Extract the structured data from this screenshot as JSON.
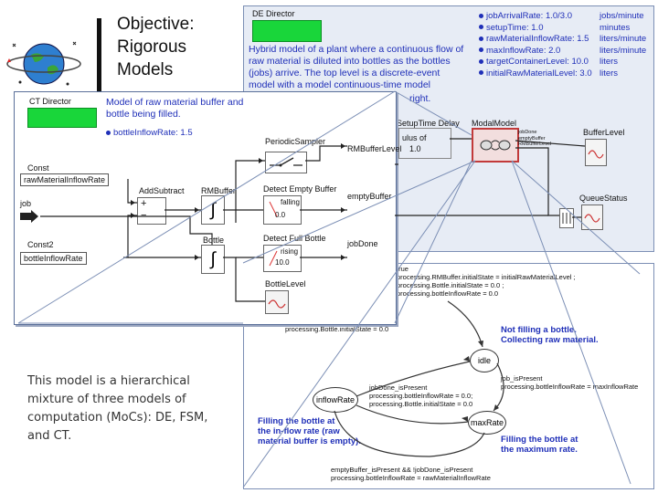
{
  "slide": {
    "title": "Objective:\nRigorous\nModels",
    "caption": "This model is a hierarchical mixture of three models of computation (MoCs): DE, FSM, and CT."
  },
  "de_panel": {
    "director": "DE Director",
    "description": "Hybrid model of a plant where a continuous flow of raw material is diluted into bottles as the bottles (jobs) arrive. The top level is a discrete-event model with a model continuous-time model",
    "desc_tail": "right.",
    "params": [
      {
        "text": "jobArrivalRate: 1.0/3.0",
        "unit": "jobs/minute"
      },
      {
        "text": "setupTime: 1.0",
        "unit": "minutes"
      },
      {
        "text": "rawMaterialInflowRate: 1.5",
        "unit": "liters/minute"
      },
      {
        "text": "maxInflowRate: 2.0",
        "unit": "liters/minute"
      },
      {
        "text": "targetContainerLevel: 10.0",
        "unit": "liters"
      },
      {
        "text": "initialRawMaterialLevel: 3.0",
        "unit": "liters"
      }
    ],
    "setup_delay": "SetupTime Delay",
    "modal_model": "ModalModel",
    "modal_ports": [
      "jobDone",
      "emptyBuffer",
      "RMBufferLevel"
    ],
    "buffer_level": "BufferLevel",
    "queue_status": "QueueStatus",
    "rm_buffer_level_label": "RMBufferLevel",
    "empty_buffer_label": "emptyBuffer",
    "job_done_label": "jobDone",
    "partial_a": "ulus of",
    "partial_b": "1.0"
  },
  "ct_panel": {
    "director": "CT Director",
    "description": "Model of raw material buffer and bottle being filled.",
    "param": "bottleInflowRate: 1.5",
    "const": "Const",
    "const_value": "rawMaterialInflowRate",
    "const2": "Const2",
    "const2_value": "bottleInflowRate",
    "job_port": "job",
    "add_subtract": "AddSubtract",
    "plus": "+",
    "minus": "−",
    "rm_buffer": "RMBuffer",
    "bottle": "Bottle",
    "periodic_sampler": "PeriodicSampler",
    "detect_empty": "Detect Empty Buffer",
    "detect_full": "Detect Full Bottle",
    "empty_falling": "falling",
    "empty_threshold": "0.0",
    "full_rising": "rising",
    "full_threshold": "10.0",
    "bottle_level": "BottleLevel",
    "integrator_glyph": "∫"
  },
  "fsm_panel": {
    "init_text": "true\nprocessing.RMBuffer.initialState = initialRawMaterialLevel ;\nprocessing.Bottle.initialState = 0.0 ;\nprocessing.bottleInflowRate = 0.0",
    "init_text2": "processing.Bottle.initialState = 0.0",
    "not_filling": "Not filling a bottle.\nCollecting raw material.",
    "idle": "idle",
    "inflow_rate": "inflowRate",
    "max_rate": "maxRate",
    "job_done_text": "jobDone_isPresent\nprocessing.bottleInflowRate = 0.0;\nprocessing.Bottle.initialState = 0.0",
    "job_present_text": "job_isPresent\nprocessing.bottleInflowRate = maxInflowRate",
    "filling_inflow": "Filling the bottle at\nthe in-flow rate (raw\nmaterial buffer is empty).",
    "filling_max": "Filling the bottle at\nthe maximum rate.",
    "empty_text": "emptyBuffer_isPresent && !jobDone_isPresent\nprocessing.bottleInflowRate = rawMaterialInflowRate"
  },
  "colors": {
    "accent_blue": "#1f2fb8",
    "director_green": "#19d63a",
    "panel_border": "#7c8fb5"
  }
}
